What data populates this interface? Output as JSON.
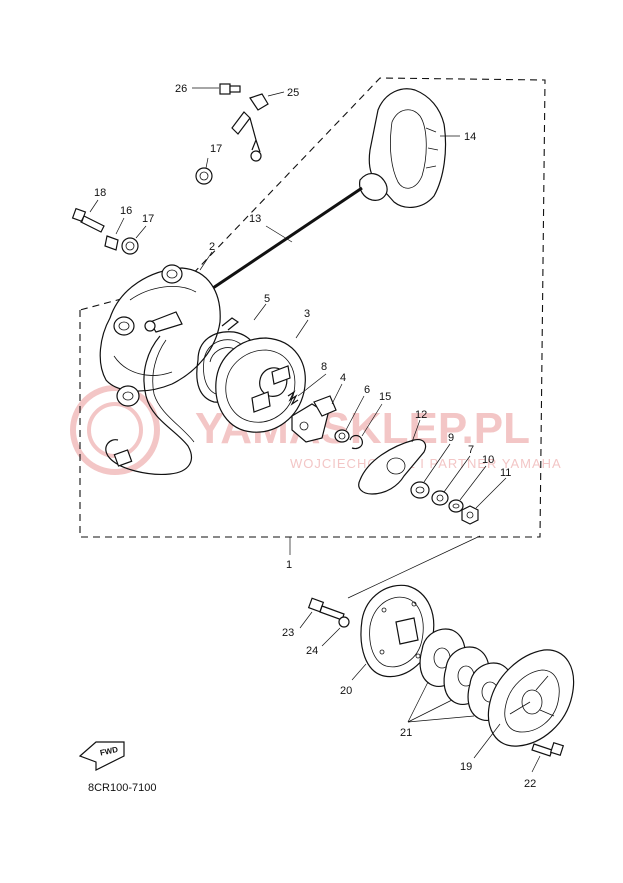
{
  "diagram": {
    "drawing_code": "8CR100-7100",
    "fwd_label": "FWD",
    "watermark": {
      "main": "YAMASKLEP.PL",
      "sub": "WOJCIECHOWICZ I PARTNER YAMAHA"
    },
    "callouts": {
      "p1": "1",
      "p2": "2",
      "p3": "3",
      "p4": "4",
      "p5": "5",
      "p6": "6",
      "p7": "7",
      "p8": "8",
      "p9": "9",
      "p10": "10",
      "p11": "11",
      "p12": "12",
      "p13": "13",
      "p14": "14",
      "p15": "15",
      "p16": "16",
      "p17a": "17",
      "p17b": "17",
      "p18": "18",
      "p19": "19",
      "p20": "20",
      "p21": "21",
      "p22": "22",
      "p23": "23",
      "p24": "24",
      "p25": "25",
      "p26": "26"
    }
  }
}
